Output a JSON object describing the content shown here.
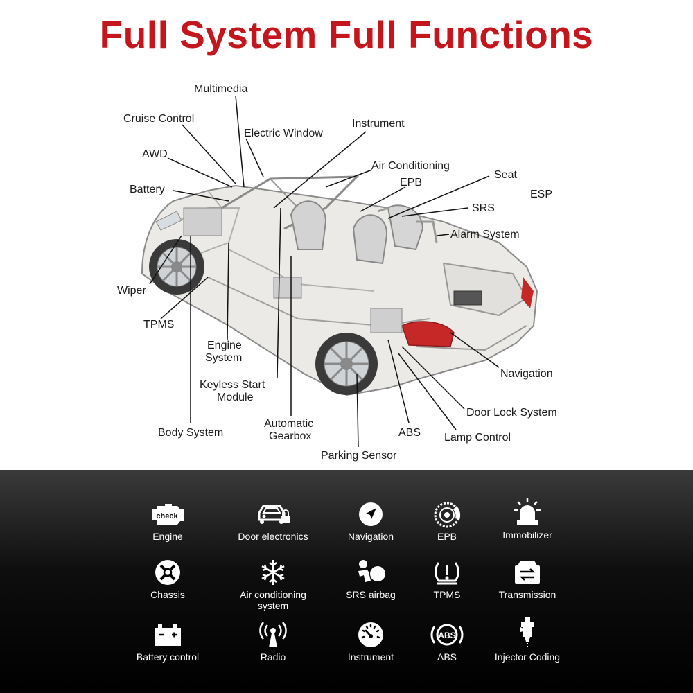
{
  "title": "Full System Full Functions",
  "colors": {
    "title": "#c4161c",
    "label": "#1a1a1a",
    "panel_top": "#3a3a3a",
    "panel_bottom": "#000000",
    "icon": "#ffffff"
  },
  "car_labels": {
    "multimedia": "Multimedia",
    "cruise_control": "Cruise Control",
    "electric_window": "Electric Window",
    "instrument": "Instrument",
    "awd": "AWD",
    "air_conditioning": "Air Conditioning",
    "seat": "Seat",
    "epb": "EPB",
    "esp": "ESP",
    "battery": "Battery",
    "srs": "SRS",
    "alarm_system": "Alarm System",
    "wiper": "Wiper",
    "tpms": "TPMS",
    "engine_system": [
      "Engine",
      "System"
    ],
    "keyless_start": [
      "Keyless Start",
      "Module"
    ],
    "navigation": "Navigation",
    "body_system": "Body System",
    "automatic_gearbox": [
      "Automatic",
      "Gearbox"
    ],
    "abs": "ABS",
    "door_lock": "Door Lock System",
    "lamp_control": "Lamp Control",
    "parking_sensor": "Parking Sensor"
  },
  "features": [
    {
      "label": "Engine",
      "icon": "check-engine-icon",
      "icon_text": "check"
    },
    {
      "label": "Door electronics",
      "icon": "car-lock-icon"
    },
    {
      "label": "Navigation",
      "icon": "navigation-arrow-icon"
    },
    {
      "label": "EPB",
      "icon": "brake-disc-icon"
    },
    {
      "label": "Immobilizer",
      "icon": "siren-icon"
    },
    {
      "label": "Chassis",
      "icon": "chassis-wheel-icon"
    },
    {
      "label": "Air conditioning system",
      "icon": "snowflake-icon"
    },
    {
      "label": "SRS airbag",
      "icon": "airbag-icon"
    },
    {
      "label": "TPMS",
      "icon": "tpms-icon"
    },
    {
      "label": "Transmission",
      "icon": "transmission-icon"
    },
    {
      "label": "Battery control",
      "icon": "battery-icon"
    },
    {
      "label": "Radio",
      "icon": "radio-antenna-icon"
    },
    {
      "label": "Instrument",
      "icon": "speedometer-icon"
    },
    {
      "label": "ABS",
      "icon": "abs-icon",
      "icon_text": "ABS"
    },
    {
      "label": "Injector Coding",
      "icon": "injector-icon"
    }
  ]
}
